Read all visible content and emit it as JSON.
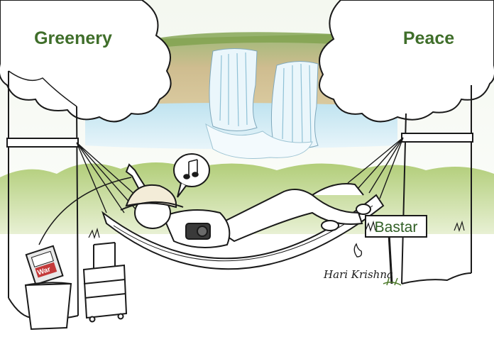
{
  "labels": {
    "left": "Greenery",
    "right": "Peace",
    "sign": "Bastar",
    "paper": "War",
    "signature": "Hari Krishna"
  },
  "colors": {
    "label_green": "#3f6e2a",
    "sign_green": "#2f5e24",
    "water": "#9fd0e6",
    "cliff": "#c7b07c",
    "foliage": "#b5cf7a",
    "ink": "#1a1a1a",
    "paper_red": "#c43a3a"
  },
  "icons": {
    "music": "music-note-icon"
  }
}
